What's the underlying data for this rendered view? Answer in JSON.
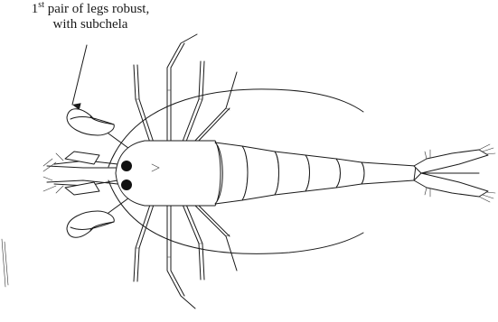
{
  "annotation": {
    "line1_number": "1",
    "line1_superscript": "st",
    "line1_rest": " pair of legs robust,",
    "line2": "with subchela"
  },
  "colors": {
    "ink": "#1a1a1a",
    "background": "#ffffff"
  }
}
